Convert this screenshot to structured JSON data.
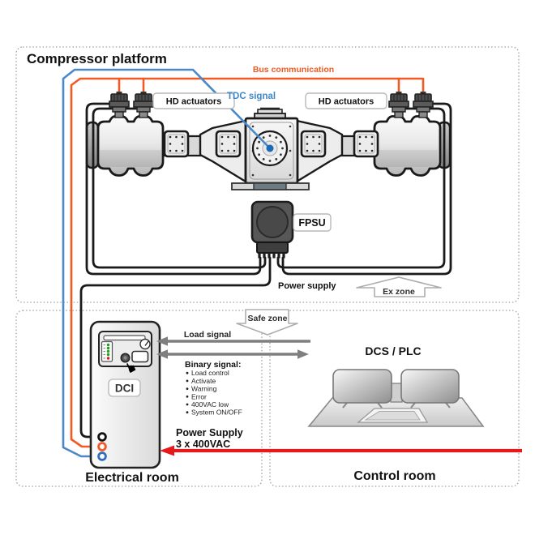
{
  "colors": {
    "orange": "#f15a22",
    "blue": "#4a88c7",
    "blue_dot": "#1b6ab5",
    "red": "#e8191c",
    "gray_arrow": "#7f7f7f",
    "dash_border": "#a0a0a0",
    "wire_black": "#1a1a1a"
  },
  "platform": {
    "title": "Compressor platform",
    "bus_label": "Bus communication",
    "tdc_label": "TDC signal",
    "hd_actuators_left": "HD actuators",
    "hd_actuators_right": "HD actuators",
    "fpsu_label": "FPSU",
    "power_supply_label": "Power supply",
    "ex_zone_label": "Ex zone"
  },
  "safe_zone_label": "Safe zone",
  "electrical_room": {
    "label": "Electrical room",
    "dci_label": "DCI",
    "load_signal_label": "Load signal",
    "binary_signal": {
      "title": "Binary signal:",
      "items": [
        "Load control",
        "Activate",
        "Warning",
        "Error",
        "400VAC low",
        "System ON/OFF"
      ]
    },
    "power_supply_line1": "Power Supply",
    "power_supply_line2": "3 x 400VAC"
  },
  "control_room": {
    "label": "Control room",
    "dcs_plc_label": "DCS / PLC"
  }
}
